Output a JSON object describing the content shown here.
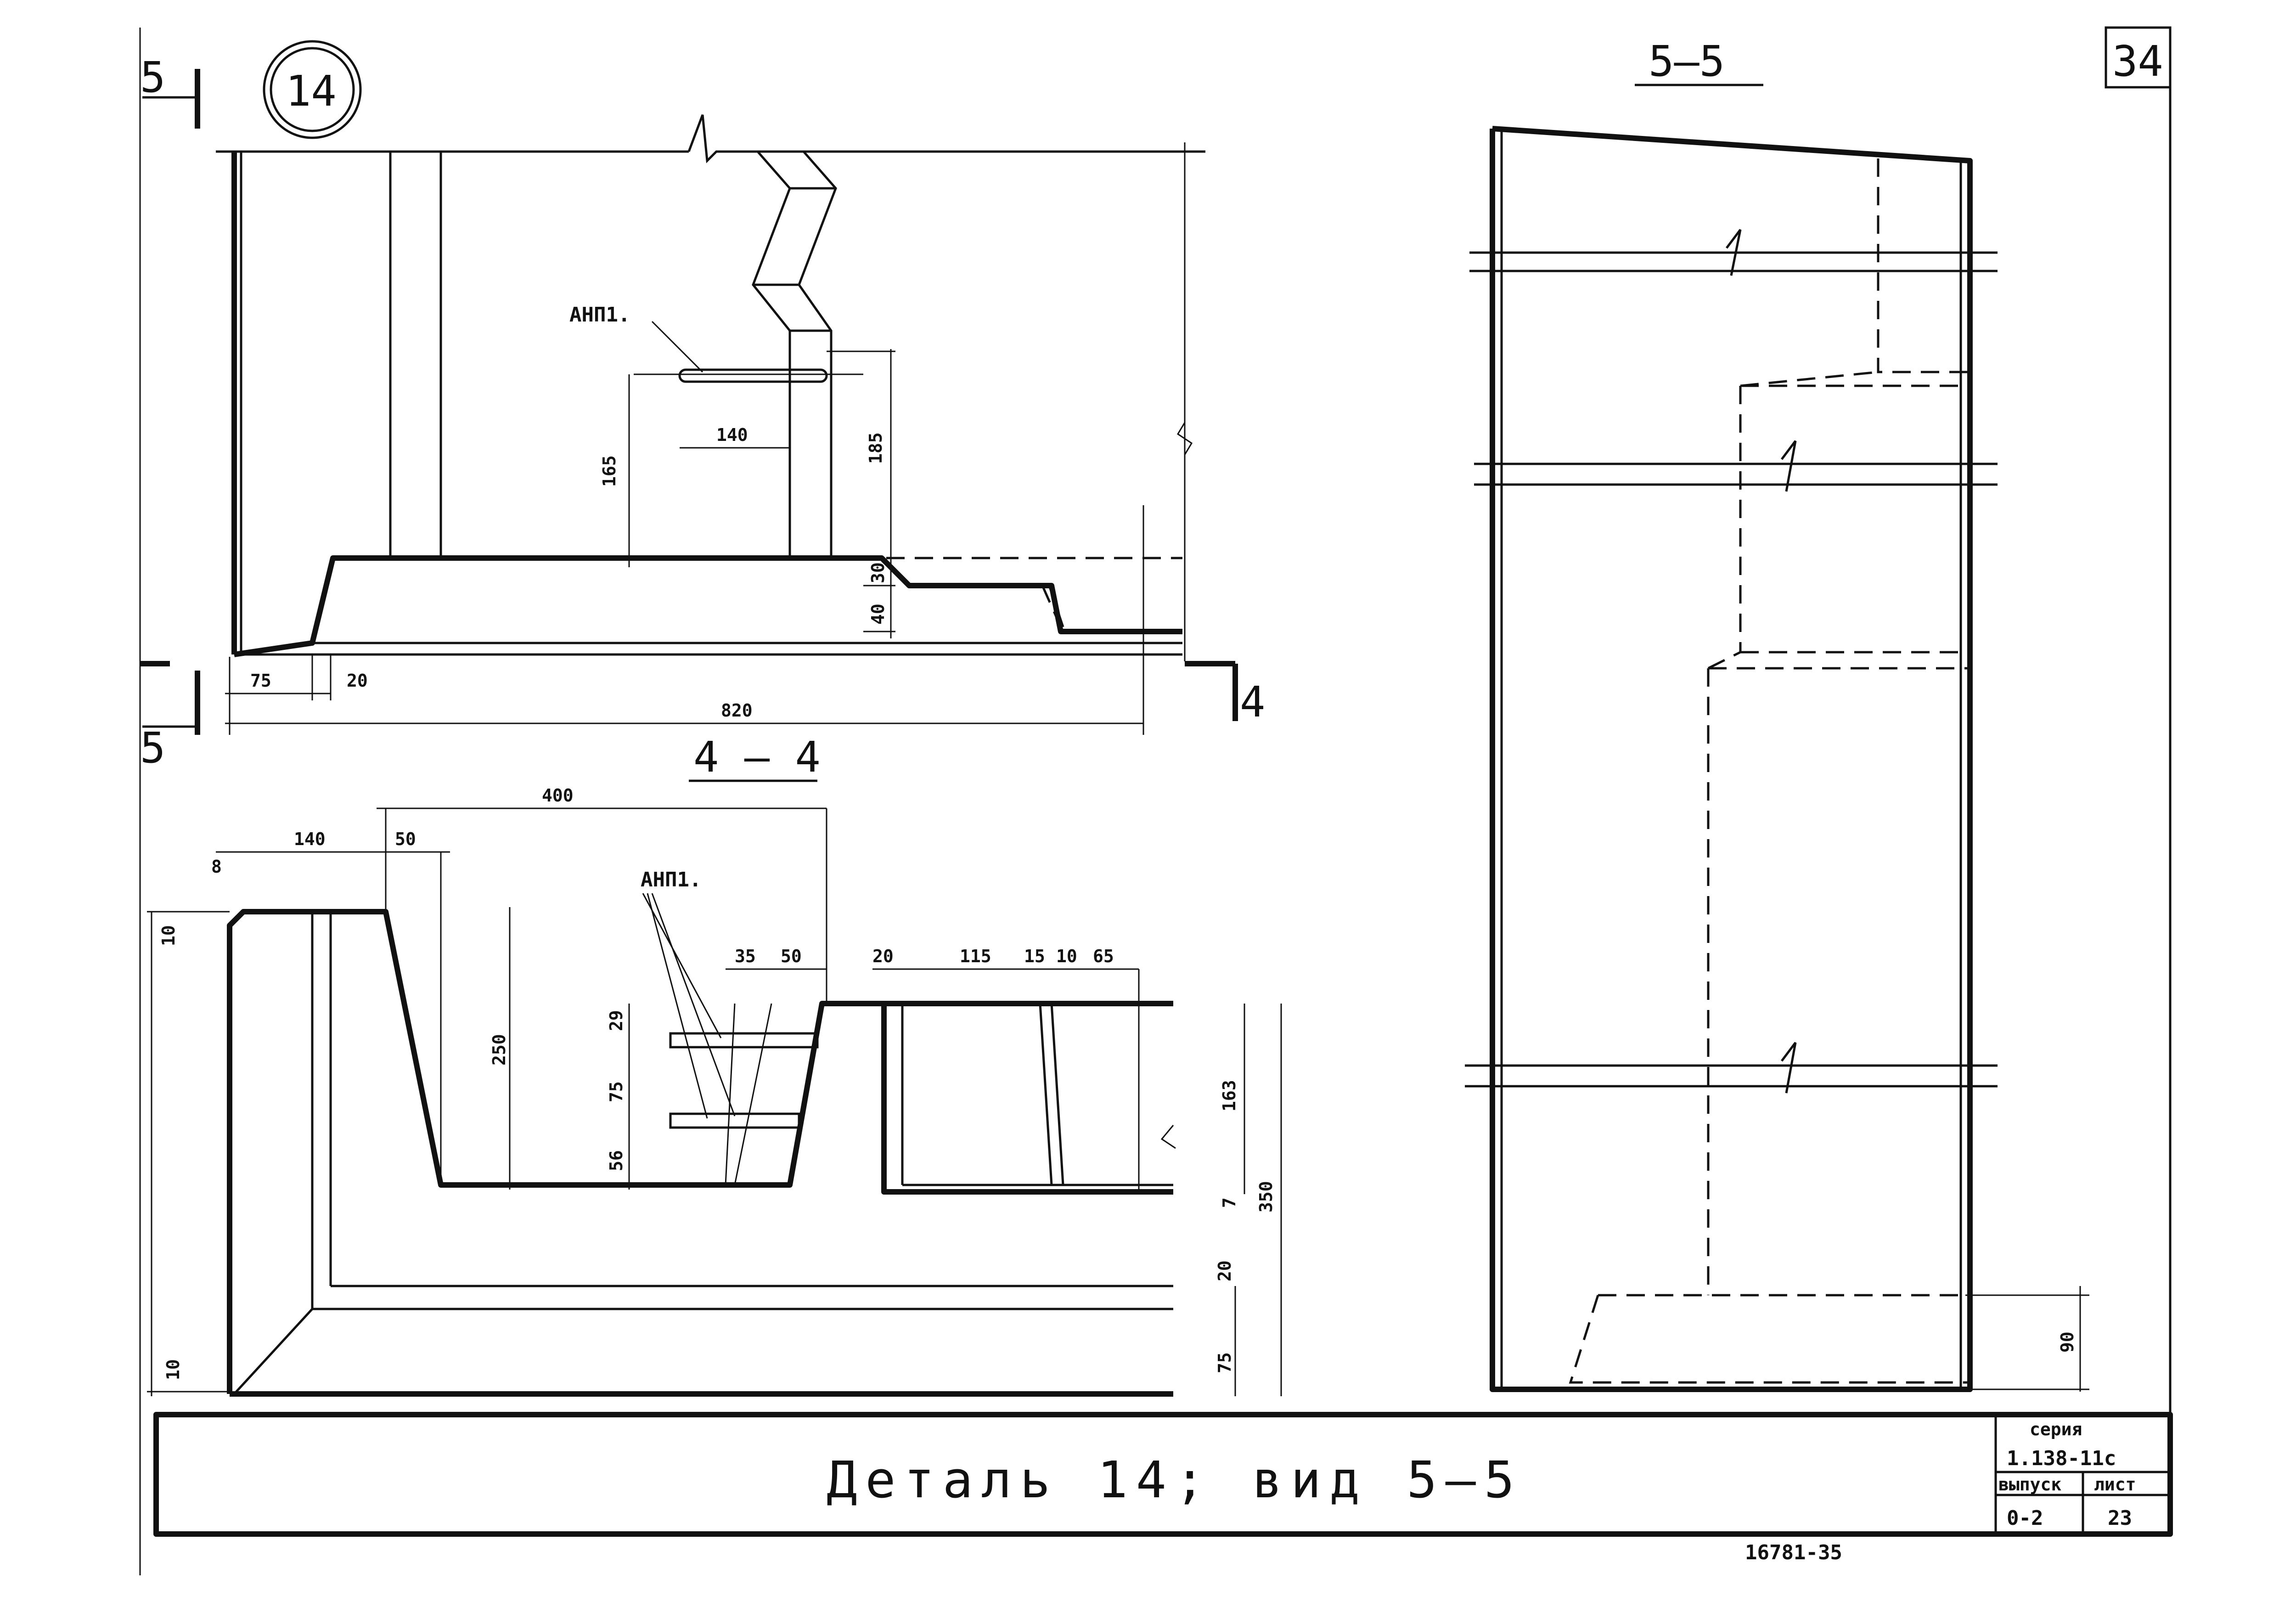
{
  "sheet": {
    "corner_number": "34",
    "detail_number": "14",
    "section_mark": "5",
    "section_mark_right": "4"
  },
  "view_top": {
    "label_anp": "АНП1.",
    "dims": {
      "d140": "140",
      "d165": "165",
      "d185": "185",
      "d30": "30",
      "d40": "40",
      "d75": "75",
      "d20": "20",
      "d820": "820"
    }
  },
  "section_44": {
    "title": "4 — 4",
    "label_anp": "АНП1.",
    "dims": {
      "d400": "400",
      "d140": "140",
      "d50": "50",
      "d8": "8",
      "d10top": "10",
      "d250": "250",
      "d35": "35",
      "d50b": "50",
      "d20": "20",
      "d115": "115",
      "d15": "15",
      "d10": "10",
      "d65": "65",
      "d29": "29",
      "d75": "75",
      "d56": "56",
      "d163": "163",
      "d7": "7",
      "d350": "350",
      "d20b": "20",
      "d75b": "75",
      "d10bot": "10"
    }
  },
  "section_55": {
    "title": "5—5",
    "d90": "90"
  },
  "title_block": {
    "title": "Деталь 14; вид 5—5",
    "series_label": "серия",
    "series_value": "1.138-11с",
    "issue_label": "выпуск",
    "issue_value": "0-2",
    "sheet_label": "лист",
    "sheet_value": "23",
    "footer_code": "16781-35"
  }
}
